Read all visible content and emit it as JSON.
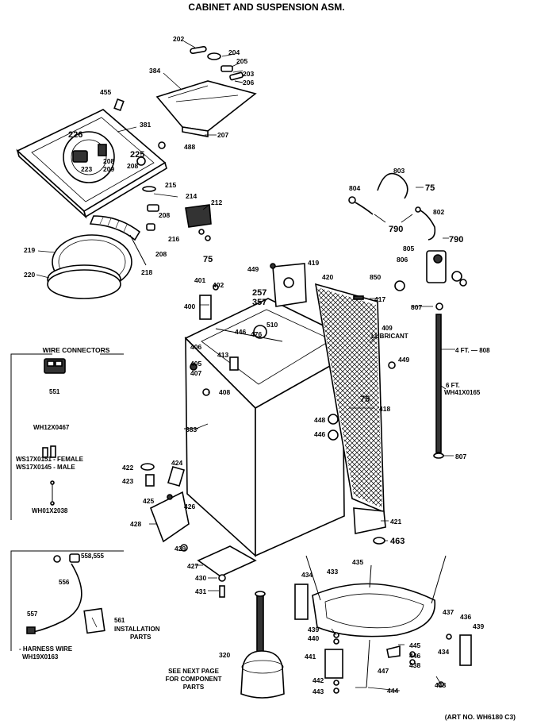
{
  "title": "CABINET AND SUSPENSION ASM.",
  "art_number": "(ART NO. WH6180 C3)",
  "callouts": [
    {
      "id": "c202",
      "text": "202"
    },
    {
      "id": "c204",
      "text": "204"
    },
    {
      "id": "c205",
      "text": "205"
    },
    {
      "id": "c203",
      "text": "203"
    },
    {
      "id": "c206",
      "text": "206"
    },
    {
      "id": "c384",
      "text": "384"
    },
    {
      "id": "c455",
      "text": "455"
    },
    {
      "id": "c381",
      "text": "381"
    },
    {
      "id": "c226",
      "text": "226"
    },
    {
      "id": "c223a",
      "text": "223"
    },
    {
      "id": "c208a",
      "text": "208"
    },
    {
      "id": "c209",
      "text": "209"
    },
    {
      "id": "c225",
      "text": "225"
    },
    {
      "id": "c208b",
      "text": "208"
    },
    {
      "id": "c207",
      "text": "207"
    },
    {
      "id": "c488",
      "text": "488"
    },
    {
      "id": "c215",
      "text": "215"
    },
    {
      "id": "c214",
      "text": "214"
    },
    {
      "id": "c212",
      "text": "212"
    },
    {
      "id": "c208c",
      "text": "208"
    },
    {
      "id": "c216",
      "text": "216"
    },
    {
      "id": "c75a",
      "text": "75"
    },
    {
      "id": "c208d",
      "text": "208"
    },
    {
      "id": "c219",
      "text": "219"
    },
    {
      "id": "c218",
      "text": "218"
    },
    {
      "id": "c220",
      "text": "220"
    },
    {
      "id": "c803",
      "text": "803"
    },
    {
      "id": "c804",
      "text": "804"
    },
    {
      "id": "c75b",
      "text": "75"
    },
    {
      "id": "c802",
      "text": "802"
    },
    {
      "id": "c790a",
      "text": "790"
    },
    {
      "id": "c790b",
      "text": "790"
    },
    {
      "id": "c805",
      "text": "805"
    },
    {
      "id": "c806",
      "text": "806"
    },
    {
      "id": "c449a",
      "text": "449"
    },
    {
      "id": "c419",
      "text": "419"
    },
    {
      "id": "c401",
      "text": "401"
    },
    {
      "id": "c402",
      "text": "402"
    },
    {
      "id": "c257",
      "text": "257"
    },
    {
      "id": "c357",
      "text": "357"
    },
    {
      "id": "c420",
      "text": "420"
    },
    {
      "id": "c850",
      "text": "850"
    },
    {
      "id": "c417",
      "text": "417"
    },
    {
      "id": "c807a",
      "text": "807"
    },
    {
      "id": "c400",
      "text": "400"
    },
    {
      "id": "c446a",
      "text": "446"
    },
    {
      "id": "c510",
      "text": "510"
    },
    {
      "id": "c476",
      "text": "476"
    },
    {
      "id": "c409",
      "text": "409"
    },
    {
      "id": "c_lubricant",
      "text": "LUBRICANT"
    },
    {
      "id": "c406",
      "text": "406"
    },
    {
      "id": "c413",
      "text": "413"
    },
    {
      "id": "c4ft",
      "text": "4 FT. — 808"
    },
    {
      "id": "c449b",
      "text": "449"
    },
    {
      "id": "c405",
      "text": "405"
    },
    {
      "id": "c407",
      "text": "407"
    },
    {
      "id": "c408",
      "text": "408"
    },
    {
      "id": "c75c",
      "text": "75"
    },
    {
      "id": "c6ft",
      "text": "6 FT."
    },
    {
      "id": "cwh41",
      "text": "WH41X0165"
    },
    {
      "id": "c418",
      "text": "418"
    },
    {
      "id": "c448",
      "text": "448"
    },
    {
      "id": "c446b",
      "text": "446"
    },
    {
      "id": "c383",
      "text": "383"
    },
    {
      "id": "c807b",
      "text": "807"
    },
    {
      "id": "c422",
      "text": "422"
    },
    {
      "id": "c424",
      "text": "424"
    },
    {
      "id": "c423",
      "text": "423"
    },
    {
      "id": "c425",
      "text": "425"
    },
    {
      "id": "c426",
      "text": "426"
    },
    {
      "id": "c428",
      "text": "428"
    },
    {
      "id": "c421",
      "text": "421"
    },
    {
      "id": "c463",
      "text": "463"
    },
    {
      "id": "c429",
      "text": "429"
    },
    {
      "id": "c427",
      "text": "427"
    },
    {
      "id": "c430",
      "text": "430"
    },
    {
      "id": "c431",
      "text": "431"
    },
    {
      "id": "c434a",
      "text": "434"
    },
    {
      "id": "c433",
      "text": "433"
    },
    {
      "id": "c435",
      "text": "435"
    },
    {
      "id": "c437",
      "text": "437"
    },
    {
      "id": "c436",
      "text": "436"
    },
    {
      "id": "c439a",
      "text": "439"
    },
    {
      "id": "c439b",
      "text": "439"
    },
    {
      "id": "c440",
      "text": "440"
    },
    {
      "id": "c441",
      "text": "441"
    },
    {
      "id": "c445",
      "text": "445"
    },
    {
      "id": "c446c",
      "text": "446"
    },
    {
      "id": "c438a",
      "text": "438"
    },
    {
      "id": "c434b",
      "text": "434"
    },
    {
      "id": "c447",
      "text": "447"
    },
    {
      "id": "c442",
      "text": "442"
    },
    {
      "id": "c443",
      "text": "443"
    },
    {
      "id": "c444",
      "text": "444"
    },
    {
      "id": "c438b",
      "text": "438"
    },
    {
      "id": "c320",
      "text": "320"
    }
  ],
  "notes": {
    "see_next_1": "SEE NEXT PAGE",
    "see_next_2": "FOR COMPONENT",
    "see_next_3": "PARTS"
  },
  "wire_connectors": {
    "title": "WIRE CONNECTORS",
    "p1": "551",
    "p2": "WH12X0467",
    "p3_line1": "WS17X0151 - FEMALE",
    "p3_line2": "WS17X0145 - MALE",
    "p4": "WH01X2038"
  },
  "harness_box": {
    "l556": "556",
    "l558": "558,555",
    "l557": "557",
    "l561": "561",
    "install1": "INSTALLATION",
    "install2": "PARTS",
    "harness1": "- HARNESS WIRE",
    "harness2": "WH19X0163"
  }
}
